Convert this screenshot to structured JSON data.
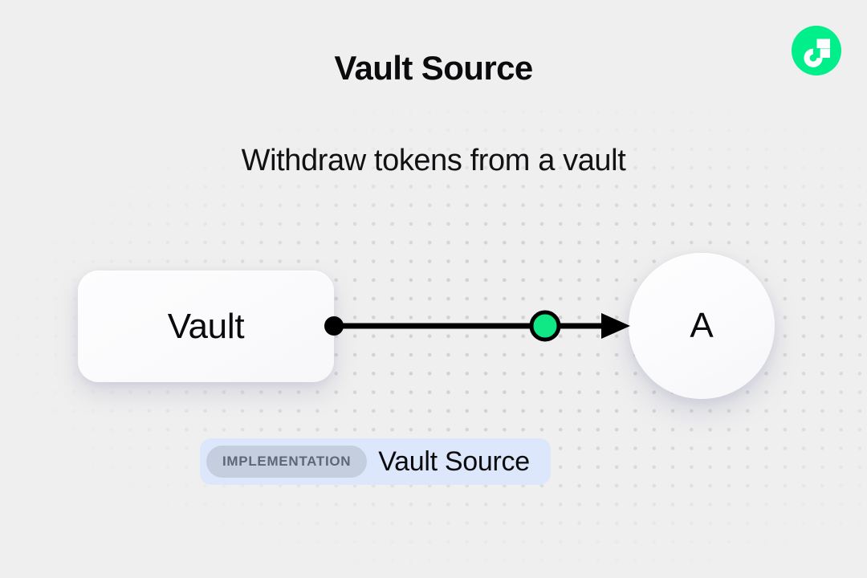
{
  "page": {
    "title": "Vault Source",
    "subtitle": "Withdraw tokens from a vault",
    "background_color": "#efefef"
  },
  "logo": {
    "name": "flow-logo",
    "circle_color": "#00ef8b",
    "mark_color": "#ffffff"
  },
  "diagram": {
    "nodes": [
      {
        "id": "vault",
        "label": "Vault",
        "shape": "rounded-rectangle",
        "fill": "#fbfbfd"
      },
      {
        "id": "a",
        "label": "A",
        "shape": "circle",
        "fill": "#fbfbfd"
      }
    ],
    "edge": {
      "source_handle_color": "#000000",
      "midpoint_node_color": "#0fe884",
      "midpoint_node_stroke": "#000000",
      "line_color": "#000000",
      "arrow_color": "#000000"
    }
  },
  "implementation": {
    "badge_label": "IMPLEMENTATION",
    "name": "Vault Source",
    "badge_bg": "#c4cede",
    "container_bg": "#dde7fb"
  }
}
